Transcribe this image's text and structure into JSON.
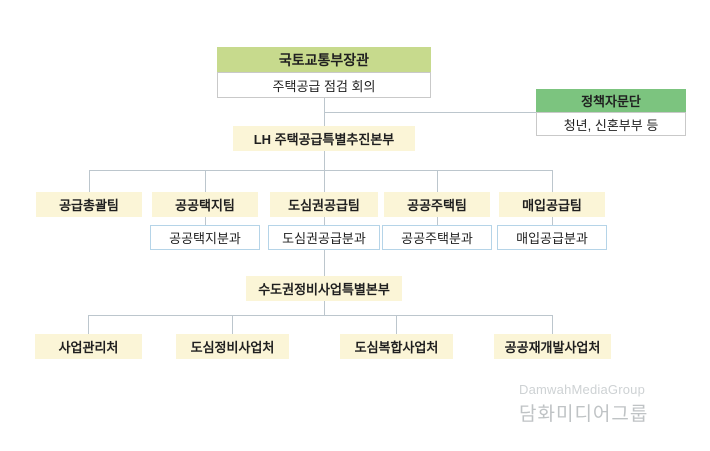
{
  "diagram": {
    "minister": {
      "label": "국토교통부장관"
    },
    "meeting": {
      "label": "주택공급 점검 회의"
    },
    "advisory": {
      "title": "정책자문단",
      "detail": "청년, 신혼부부 등"
    },
    "hq": {
      "label": "LH 주택공급특별추진본부"
    },
    "teams": [
      {
        "label": "공급총괄팀"
      },
      {
        "label": "공공택지팀",
        "division": "공공택지분과"
      },
      {
        "label": "도심권공급팀",
        "division": "도심권공급분과"
      },
      {
        "label": "공공주택팀",
        "division": "공공주택분과"
      },
      {
        "label": "매입공급팀",
        "division": "매입공급분과"
      }
    ],
    "metro_hq": {
      "label": "수도권정비사업특별본부"
    },
    "offices": [
      {
        "label": "사업관리처"
      },
      {
        "label": "도심정비사업처"
      },
      {
        "label": "도심복합사업처"
      },
      {
        "label": "공공재개발사업처"
      }
    ],
    "colors": {
      "minister_bg": "#c7da8d",
      "advisory_bg": "#7cc47f",
      "team_bg": "#fbf5d7",
      "division_border": "#b5d4e8",
      "connector_line": "#bcc6cd"
    }
  },
  "watermark": {
    "line1": "DamwahMediaGroup",
    "line2": "담화미디어그룹"
  }
}
